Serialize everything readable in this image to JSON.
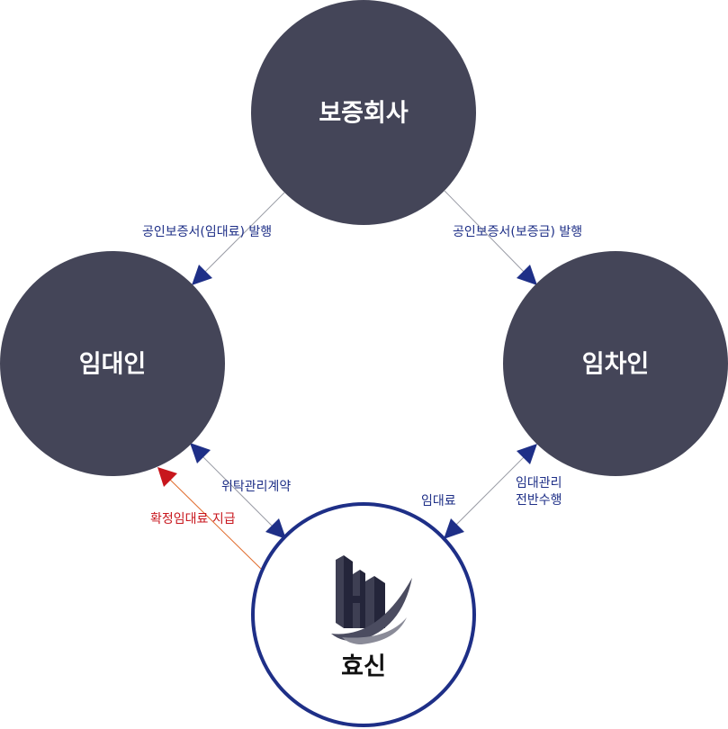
{
  "nodes": {
    "guarantee_company": {
      "label": "보증회사"
    },
    "landlord": {
      "label": "임대인"
    },
    "tenant": {
      "label": "임차인"
    },
    "hyosin": {
      "label": "효신"
    }
  },
  "edges": {
    "company_to_landlord": {
      "label": "공인보증서(임대료) 발행"
    },
    "company_to_tenant": {
      "label": "공인보증서(보증금) 발행"
    },
    "landlord_hyosin": {
      "label": "위탁관리계약"
    },
    "hyosin_to_landlord": {
      "label": "확정임대료 지급"
    },
    "tenant_to_hyosin": {
      "label": "임대료"
    },
    "hyosin_to_tenant": {
      "label_line1": "임대관리",
      "label_line2": "전반수행"
    }
  },
  "colors": {
    "node_fill": "#444558",
    "center_border": "#1e2f87",
    "arrow_blue": "#1e2f87",
    "arrow_red": "#c8161d",
    "text_blue": "#1e2f87",
    "text_red": "#c8161d"
  }
}
